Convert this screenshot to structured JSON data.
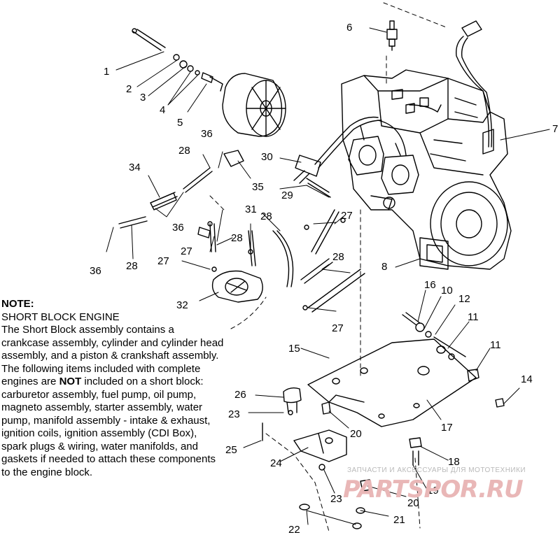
{
  "diagram": {
    "callouts": [
      {
        "id": "c1",
        "text": "1"
      },
      {
        "id": "c2",
        "text": "2"
      },
      {
        "id": "c3",
        "text": "3"
      },
      {
        "id": "c4",
        "text": "4"
      },
      {
        "id": "c5",
        "text": "5"
      },
      {
        "id": "c6",
        "text": "6"
      },
      {
        "id": "c7",
        "text": "7"
      },
      {
        "id": "c8",
        "text": "8"
      },
      {
        "id": "c10",
        "text": "10"
      },
      {
        "id": "c11a",
        "text": "11"
      },
      {
        "id": "c11b",
        "text": "11"
      },
      {
        "id": "c12",
        "text": "12"
      },
      {
        "id": "c14",
        "text": "14"
      },
      {
        "id": "c15",
        "text": "15"
      },
      {
        "id": "c16",
        "text": "16"
      },
      {
        "id": "c17",
        "text": "17"
      },
      {
        "id": "c18",
        "text": "18"
      },
      {
        "id": "c19",
        "text": "19"
      },
      {
        "id": "c20a",
        "text": "20"
      },
      {
        "id": "c20b",
        "text": "20"
      },
      {
        "id": "c21",
        "text": "21"
      },
      {
        "id": "c22",
        "text": "22"
      },
      {
        "id": "c23a",
        "text": "23"
      },
      {
        "id": "c23b",
        "text": "23"
      },
      {
        "id": "c24",
        "text": "24"
      },
      {
        "id": "c25",
        "text": "25"
      },
      {
        "id": "c26",
        "text": "26"
      },
      {
        "id": "c27a",
        "text": "27"
      },
      {
        "id": "c27b",
        "text": "27"
      },
      {
        "id": "c27c",
        "text": "27"
      },
      {
        "id": "c27d",
        "text": "27"
      },
      {
        "id": "c28a",
        "text": "28"
      },
      {
        "id": "c28b",
        "text": "28"
      },
      {
        "id": "c28c",
        "text": "28"
      },
      {
        "id": "c28d",
        "text": "28"
      },
      {
        "id": "c28e",
        "text": "28"
      },
      {
        "id": "c29",
        "text": "29"
      },
      {
        "id": "c30",
        "text": "30"
      },
      {
        "id": "c31",
        "text": "31"
      },
      {
        "id": "c32",
        "text": "32"
      },
      {
        "id": "c34",
        "text": "34"
      },
      {
        "id": "c35",
        "text": "35"
      },
      {
        "id": "c36a",
        "text": "36"
      },
      {
        "id": "c36b",
        "text": "36"
      },
      {
        "id": "c36c",
        "text": "36"
      }
    ]
  },
  "note": {
    "heading": "NOTE:",
    "subheading": "SHORT BLOCK ENGINE",
    "body_before_bold": "The Short Block assembly contains a crankcase assembly, cylinder and cylinder head assembly, and a piston & crankshaft assembly.  The following items included with complete engines are ",
    "bold_word": "NOT",
    "body_after_bold": " included on a short block: carburetor assembly, fuel pump, oil pump, magneto assembly, starter assembly, water pump, manifold assembly - intake & exhaust, ignition coils, ignition assembly (CDI Box), spark plugs & wiring, water manifolds, and gaskets if needed to attach these components to the engine block."
  },
  "watermark": {
    "tagline": "ЗАПЧАСТИ И АКСЕССУАРЫ ДЛЯ МОТОТЕХНИКИ",
    "logo": "PARTSPOR.RU"
  }
}
